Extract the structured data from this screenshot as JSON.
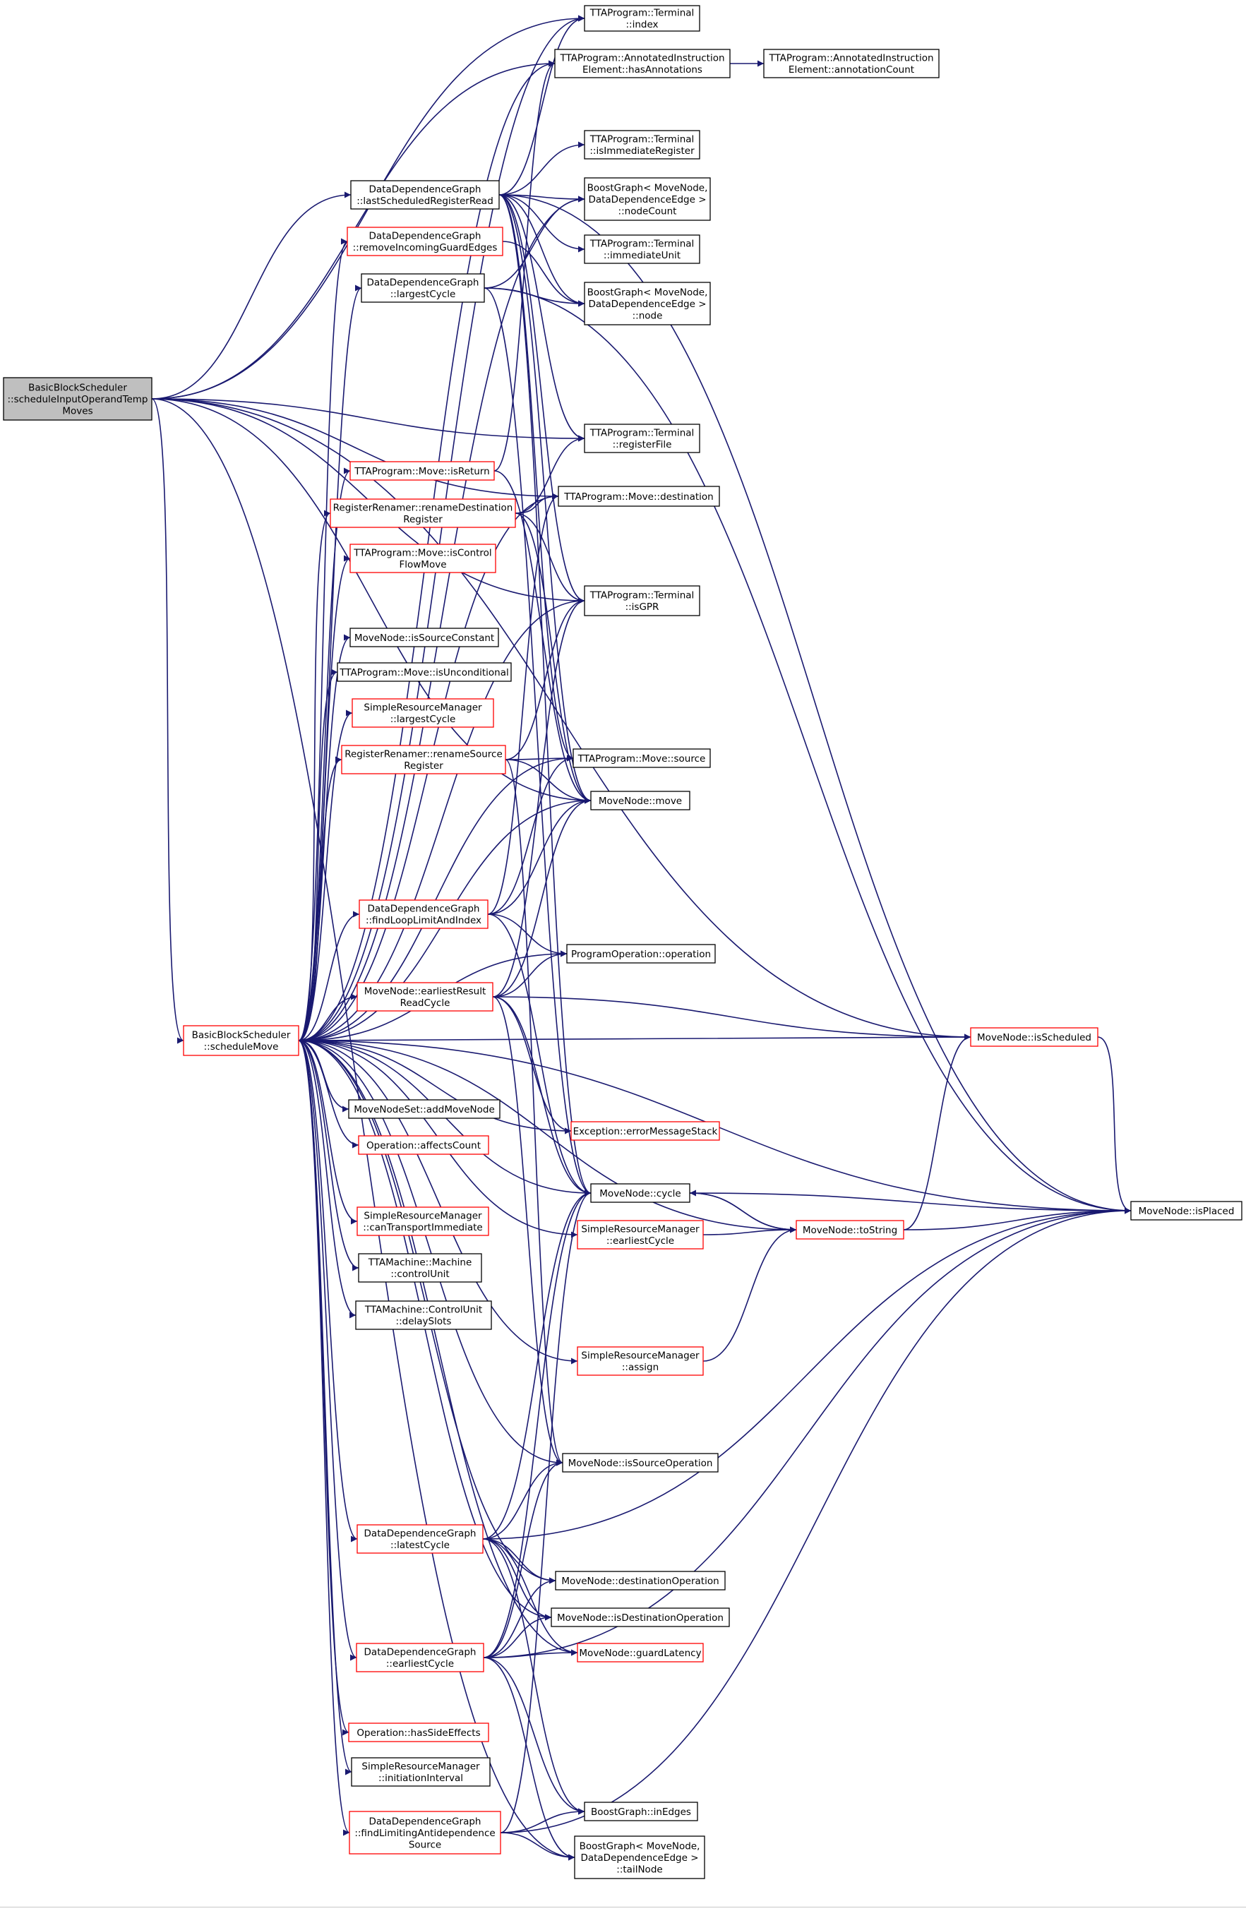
{
  "graph": {
    "title": "",
    "colors": {
      "edge": "#191970",
      "box_border": "#000000",
      "box_border_truncated": "#ff0000",
      "root_fill": "#bfbfbf",
      "text": "#000000"
    },
    "nodes": [
      {
        "id": "root",
        "label": [
          "BasicBlockScheduler",
          "::scheduleInputOperandTemp",
          "Moves"
        ],
        "truncated": false,
        "root": true
      },
      {
        "id": "schedMove",
        "label": [
          "BasicBlockScheduler",
          "::scheduleMove"
        ],
        "truncated": true
      },
      {
        "id": "tIndex",
        "label": [
          "TTAProgram::Terminal",
          "::index"
        ],
        "truncated": false
      },
      {
        "id": "hasAnn",
        "label": [
          "TTAProgram::AnnotatedInstruction",
          "Element::hasAnnotations"
        ],
        "truncated": false
      },
      {
        "id": "annCount",
        "label": [
          "TTAProgram::AnnotatedInstruction",
          "Element::annotationCount"
        ],
        "truncated": false
      },
      {
        "id": "tIsImmReg",
        "label": [
          "TTAProgram::Terminal",
          "::isImmediateRegister"
        ],
        "truncated": false
      },
      {
        "id": "lastSched",
        "label": [
          "DataDependenceGraph",
          "::lastScheduledRegisterRead"
        ],
        "truncated": false
      },
      {
        "id": "bgNodeCount",
        "label": [
          "BoostGraph< MoveNode,",
          "DataDependenceEdge >",
          "::nodeCount"
        ],
        "truncated": false
      },
      {
        "id": "remInGuard",
        "label": [
          "DataDependenceGraph",
          "::removeIncomingGuardEdges"
        ],
        "truncated": true
      },
      {
        "id": "tImmUnit",
        "label": [
          "TTAProgram::Terminal",
          "::immediateUnit"
        ],
        "truncated": false
      },
      {
        "id": "largestCycle",
        "label": [
          "DataDependenceGraph",
          "::largestCycle"
        ],
        "truncated": false
      },
      {
        "id": "bgNode",
        "label": [
          "BoostGraph< MoveNode,",
          "DataDependenceEdge >",
          "::node"
        ],
        "truncated": false
      },
      {
        "id": "tRegFile",
        "label": [
          "TTAProgram::Terminal",
          "::registerFile"
        ],
        "truncated": false
      },
      {
        "id": "isReturn",
        "label": [
          "TTAProgram::Move::isReturn"
        ],
        "truncated": true
      },
      {
        "id": "renDest",
        "label": [
          "RegisterRenamer::renameDestination",
          "Register"
        ],
        "truncated": true
      },
      {
        "id": "moveDest",
        "label": [
          "TTAProgram::Move::destination"
        ],
        "truncated": false
      },
      {
        "id": "isCtrlFlow",
        "label": [
          "TTAProgram::Move::isControl",
          "FlowMove"
        ],
        "truncated": true
      },
      {
        "id": "tIsGPR",
        "label": [
          "TTAProgram::Terminal",
          "::isGPR"
        ],
        "truncated": false
      },
      {
        "id": "isSrcConst",
        "label": [
          "MoveNode::isSourceConstant"
        ],
        "truncated": false
      },
      {
        "id": "isUncond",
        "label": [
          "TTAProgram::Move::isUnconditional"
        ],
        "truncated": false
      },
      {
        "id": "srmLargest",
        "label": [
          "SimpleResourceManager",
          "::largestCycle"
        ],
        "truncated": true
      },
      {
        "id": "renSrc",
        "label": [
          "RegisterRenamer::renameSource",
          "Register"
        ],
        "truncated": true
      },
      {
        "id": "moveSrc",
        "label": [
          "TTAProgram::Move::source"
        ],
        "truncated": false
      },
      {
        "id": "mnMove",
        "label": [
          "MoveNode::move"
        ],
        "truncated": false
      },
      {
        "id": "findLoop",
        "label": [
          "DataDependenceGraph",
          "::findLoopLimitAndIndex"
        ],
        "truncated": true
      },
      {
        "id": "progOp",
        "label": [
          "ProgramOperation::operation"
        ],
        "truncated": false
      },
      {
        "id": "earliestRes",
        "label": [
          "MoveNode::earliestResult",
          "ReadCycle"
        ],
        "truncated": true
      },
      {
        "id": "isScheduled",
        "label": [
          "MoveNode::isScheduled"
        ],
        "truncated": true
      },
      {
        "id": "addMoveNode",
        "label": [
          "MoveNodeSet::addMoveNode"
        ],
        "truncated": false
      },
      {
        "id": "affectsCount",
        "label": [
          "Operation::affectsCount"
        ],
        "truncated": true
      },
      {
        "id": "errStack",
        "label": [
          "Exception::errorMessageStack"
        ],
        "truncated": true
      },
      {
        "id": "mnCycle",
        "label": [
          "MoveNode::cycle"
        ],
        "truncated": false
      },
      {
        "id": "isPlaced",
        "label": [
          "MoveNode::isPlaced"
        ],
        "truncated": false
      },
      {
        "id": "canTransport",
        "label": [
          "SimpleResourceManager",
          "::canTransportImmediate"
        ],
        "truncated": true
      },
      {
        "id": "srmEarliest",
        "label": [
          "SimpleResourceManager",
          "::earliestCycle"
        ],
        "truncated": true
      },
      {
        "id": "toString",
        "label": [
          "MoveNode::toString"
        ],
        "truncated": true
      },
      {
        "id": "controlUnit",
        "label": [
          "TTAMachine::Machine",
          "::controlUnit"
        ],
        "truncated": false
      },
      {
        "id": "delaySlots",
        "label": [
          "TTAMachine::ControlUnit",
          "::delaySlots"
        ],
        "truncated": false
      },
      {
        "id": "srmAssign",
        "label": [
          "SimpleResourceManager",
          "::assign"
        ],
        "truncated": true
      },
      {
        "id": "isSrcOp",
        "label": [
          "MoveNode::isSourceOperation"
        ],
        "truncated": false
      },
      {
        "id": "latestCycle",
        "label": [
          "DataDependenceGraph",
          "::latestCycle"
        ],
        "truncated": true
      },
      {
        "id": "destOp",
        "label": [
          "MoveNode::destinationOperation"
        ],
        "truncated": false
      },
      {
        "id": "isDestOp",
        "label": [
          "MoveNode::isDestinationOperation"
        ],
        "truncated": false
      },
      {
        "id": "earliestCyc",
        "label": [
          "DataDependenceGraph",
          "::earliestCycle"
        ],
        "truncated": true
      },
      {
        "id": "guardLat",
        "label": [
          "MoveNode::guardLatency"
        ],
        "truncated": true
      },
      {
        "id": "hasSideEff",
        "label": [
          "Operation::hasSideEffects"
        ],
        "truncated": true
      },
      {
        "id": "initInterval",
        "label": [
          "SimpleResourceManager",
          "::initiationInterval"
        ],
        "truncated": false
      },
      {
        "id": "findLimAnti",
        "label": [
          "DataDependenceGraph",
          "::findLimitingAntidependence",
          "Source"
        ],
        "truncated": true
      },
      {
        "id": "bgInEdges",
        "label": [
          "BoostGraph::inEdges"
        ],
        "truncated": false
      },
      {
        "id": "bgTailNode",
        "label": [
          "BoostGraph< MoveNode,",
          "DataDependenceEdge >",
          "::tailNode"
        ],
        "truncated": false
      }
    ],
    "edges": [
      [
        "root",
        "tIndex"
      ],
      [
        "root",
        "hasAnn"
      ],
      [
        "root",
        "lastSched"
      ],
      [
        "root",
        "tRegFile"
      ],
      [
        "root",
        "moveDest"
      ],
      [
        "root",
        "isScheduled"
      ],
      [
        "root",
        "mnMove"
      ],
      [
        "root",
        "schedMove"
      ],
      [
        "root",
        "bgTailNode"
      ],
      [
        "root",
        "tIsGPR"
      ],
      [
        "schedMove",
        "tIndex"
      ],
      [
        "schedMove",
        "hasAnn"
      ],
      [
        "schedMove",
        "isPlaced"
      ],
      [
        "schedMove",
        "bgNodeCount"
      ],
      [
        "schedMove",
        "remInGuard"
      ],
      [
        "schedMove",
        "largestCycle"
      ],
      [
        "schedMove",
        "isReturn"
      ],
      [
        "schedMove",
        "renDest"
      ],
      [
        "schedMove",
        "isCtrlFlow"
      ],
      [
        "schedMove",
        "tIsGPR"
      ],
      [
        "schedMove",
        "isSrcConst"
      ],
      [
        "schedMove",
        "isUncond"
      ],
      [
        "schedMove",
        "srmLargest"
      ],
      [
        "schedMove",
        "renSrc"
      ],
      [
        "schedMove",
        "moveSrc"
      ],
      [
        "schedMove",
        "mnMove"
      ],
      [
        "schedMove",
        "findLoop"
      ],
      [
        "schedMove",
        "progOp"
      ],
      [
        "schedMove",
        "earliestRes"
      ],
      [
        "schedMove",
        "isScheduled"
      ],
      [
        "schedMove",
        "addMoveNode"
      ],
      [
        "schedMove",
        "affectsCount"
      ],
      [
        "schedMove",
        "errStack"
      ],
      [
        "schedMove",
        "mnCycle"
      ],
      [
        "schedMove",
        "canTransport"
      ],
      [
        "schedMove",
        "srmEarliest"
      ],
      [
        "schedMove",
        "controlUnit"
      ],
      [
        "schedMove",
        "delaySlots"
      ],
      [
        "schedMove",
        "srmAssign"
      ],
      [
        "schedMove",
        "isSrcOp"
      ],
      [
        "schedMove",
        "toString"
      ],
      [
        "schedMove",
        "latestCycle"
      ],
      [
        "schedMove",
        "destOp"
      ],
      [
        "schedMove",
        "isDestOp"
      ],
      [
        "schedMove",
        "earliestCyc"
      ],
      [
        "schedMove",
        "guardLat"
      ],
      [
        "schedMove",
        "hasSideEff"
      ],
      [
        "schedMove",
        "initInterval"
      ],
      [
        "schedMove",
        "findLimAnti"
      ],
      [
        "schedMove",
        "moveDest"
      ],
      [
        "hasAnn",
        "annCount"
      ],
      [
        "lastSched",
        "tIndex"
      ],
      [
        "lastSched",
        "tIsImmReg"
      ],
      [
        "lastSched",
        "bgNodeCount"
      ],
      [
        "lastSched",
        "tImmUnit"
      ],
      [
        "lastSched",
        "bgNode"
      ],
      [
        "lastSched",
        "tRegFile"
      ],
      [
        "lastSched",
        "tIsGPR"
      ],
      [
        "lastSched",
        "mnMove"
      ],
      [
        "lastSched",
        "moveSrc"
      ],
      [
        "lastSched",
        "mnCycle"
      ],
      [
        "lastSched",
        "isPlaced"
      ],
      [
        "remInGuard",
        "bgNode"
      ],
      [
        "largestCycle",
        "bgNodeCount"
      ],
      [
        "largestCycle",
        "bgNode"
      ],
      [
        "largestCycle",
        "isPlaced"
      ],
      [
        "largestCycle",
        "mnCycle"
      ],
      [
        "isReturn",
        "hasAnn"
      ],
      [
        "isReturn",
        "mnMove"
      ],
      [
        "renDest",
        "moveDest"
      ],
      [
        "renDest",
        "tRegFile"
      ],
      [
        "renDest",
        "tIsGPR"
      ],
      [
        "renDest",
        "mnMove"
      ],
      [
        "renSrc",
        "moveSrc"
      ],
      [
        "renSrc",
        "tIsGPR"
      ],
      [
        "renSrc",
        "mnMove"
      ],
      [
        "renSrc",
        "isSrcOp"
      ],
      [
        "findLoop",
        "moveDest"
      ],
      [
        "findLoop",
        "moveSrc"
      ],
      [
        "findLoop",
        "mnMove"
      ],
      [
        "findLoop",
        "progOp"
      ],
      [
        "findLoop",
        "mnCycle"
      ],
      [
        "earliestRes",
        "isScheduled"
      ],
      [
        "earliestRes",
        "progOp"
      ],
      [
        "earliestRes",
        "mnCycle"
      ],
      [
        "earliestRes",
        "errStack"
      ],
      [
        "earliestRes",
        "isSrcOp"
      ],
      [
        "earliestRes",
        "mnMove"
      ],
      [
        "earliestRes",
        "tIsGPR"
      ],
      [
        "isScheduled",
        "isPlaced"
      ],
      [
        "mnCycle",
        "isPlaced"
      ],
      [
        "mnCycle",
        "toString"
      ],
      [
        "srmEarliest",
        "toString"
      ],
      [
        "toString",
        "mnCycle"
      ],
      [
        "toString",
        "isScheduled"
      ],
      [
        "toString",
        "isPlaced"
      ],
      [
        "srmAssign",
        "toString"
      ],
      [
        "latestCycle",
        "isSrcOp"
      ],
      [
        "latestCycle",
        "destOp"
      ],
      [
        "latestCycle",
        "isDestOp"
      ],
      [
        "latestCycle",
        "guardLat"
      ],
      [
        "latestCycle",
        "isPlaced"
      ],
      [
        "latestCycle",
        "mnCycle"
      ],
      [
        "latestCycle",
        "bgInEdges"
      ],
      [
        "earliestCyc",
        "isSrcOp"
      ],
      [
        "earliestCyc",
        "destOp"
      ],
      [
        "earliestCyc",
        "isDestOp"
      ],
      [
        "earliestCyc",
        "guardLat"
      ],
      [
        "earliestCyc",
        "isPlaced"
      ],
      [
        "earliestCyc",
        "bgInEdges"
      ],
      [
        "earliestCyc",
        "bgTailNode"
      ],
      [
        "earliestCyc",
        "mnCycle"
      ],
      [
        "findLimAnti",
        "bgInEdges"
      ],
      [
        "findLimAnti",
        "bgTailNode"
      ],
      [
        "findLimAnti",
        "isPlaced"
      ],
      [
        "findLimAnti",
        "mnCycle"
      ]
    ]
  }
}
